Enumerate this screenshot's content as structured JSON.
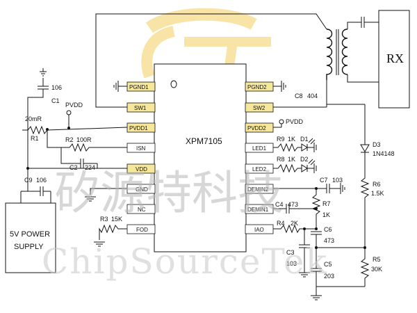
{
  "chip": {
    "name": "XPM7105",
    "left_pins": [
      "PGND1",
      "SW1",
      "PVDD1",
      "ISN",
      "VDD",
      "GND",
      "NC",
      "FOD"
    ],
    "right_pins": [
      "PGND2",
      "SW2",
      "PVDD2",
      "LED1",
      "LED2",
      "DEMIN2",
      "DEMIN1",
      "IAO"
    ],
    "highlight_color": "#f6e79a"
  },
  "components": {
    "c1_value": "106",
    "c1_ref": "C1",
    "r1_value": "20mR",
    "r1_ref": "R1",
    "r2_ref": "R2",
    "r2_value": "100R",
    "c2_ref": "C2",
    "c2_value": "224",
    "c9_ref": "C9",
    "c9_value": "106",
    "r3_ref": "R3",
    "r3_value": "15K",
    "c8_ref": "C8",
    "c8_value": "404",
    "r9_ref": "R9",
    "r9_value": "1K",
    "d1_ref": "D1",
    "r8_ref": "R8",
    "r8_value": "1K",
    "d2_ref": "D2",
    "c7_ref": "C7",
    "c7_value": "103",
    "c4_ref": "C4",
    "c4_value": "473",
    "r7_ref": "R7",
    "r7_value": "1K",
    "r4_ref": "R4",
    "r4_value": "2K",
    "c6_ref": "C6",
    "c6_value": "473",
    "c3_ref": "C3",
    "c3_value": "103",
    "c5_ref": "C5",
    "c5_value": "203",
    "d3_ref": "D3",
    "d3_value": "1N4148",
    "r6_ref": "R6",
    "r6_value": "1.5K",
    "r5_ref": "R5",
    "r5_value": "30K"
  },
  "nets": {
    "pvdd_left": "PVDD",
    "pvdd_right": "PVDD"
  },
  "power_supply": {
    "line1": "5V POWER",
    "line2": "SUPPLY"
  },
  "receiver": {
    "label": "RX"
  },
  "watermark": {
    "chinese": "矽源特科技",
    "english": "ChipSourceTek",
    "logo_color": "#f3c53f"
  }
}
